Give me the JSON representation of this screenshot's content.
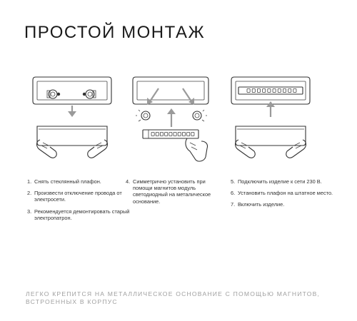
{
  "title": "ПРОСТОЙ МОНТАЖ",
  "steps_col1": [
    {
      "num": "1.",
      "text": "Снять стеклянный плафон."
    },
    {
      "num": "2.",
      "text": "Произвести отключение провода от электросети."
    },
    {
      "num": "3.",
      "text": "Рекомендуется демонтировать старый электропатрон."
    }
  ],
  "steps_col2": [
    {
      "num": "4.",
      "text": "Симметрично установить при помощи магнитов модуль светодиодный на металическое основание."
    }
  ],
  "steps_col3": [
    {
      "num": "5.",
      "text": "Подключить изделие к сети 230 В."
    },
    {
      "num": "6.",
      "text": "Установить  плафон на штатное место."
    },
    {
      "num": "7.",
      "text": "Включить изделие."
    }
  ],
  "footer": "ЛЕГКО КРЕПИТСЯ НА МЕТАЛЛИЧЕСКОЕ ОСНОВАНИЕ С ПОМОЩЬЮ МАГНИТОВ, ВСТРОЕННЫХ В КОРПУС",
  "colors": {
    "text": "#222222",
    "arrow": "#9a9a9a",
    "footer": "#a0a0a0"
  },
  "icons": [
    "base-with-lampholders-icon",
    "glass-shade-with-hands-icon",
    "magnet-icon",
    "led-module-icon",
    "hand-holding-module-icon",
    "base-with-led-module-icon"
  ]
}
